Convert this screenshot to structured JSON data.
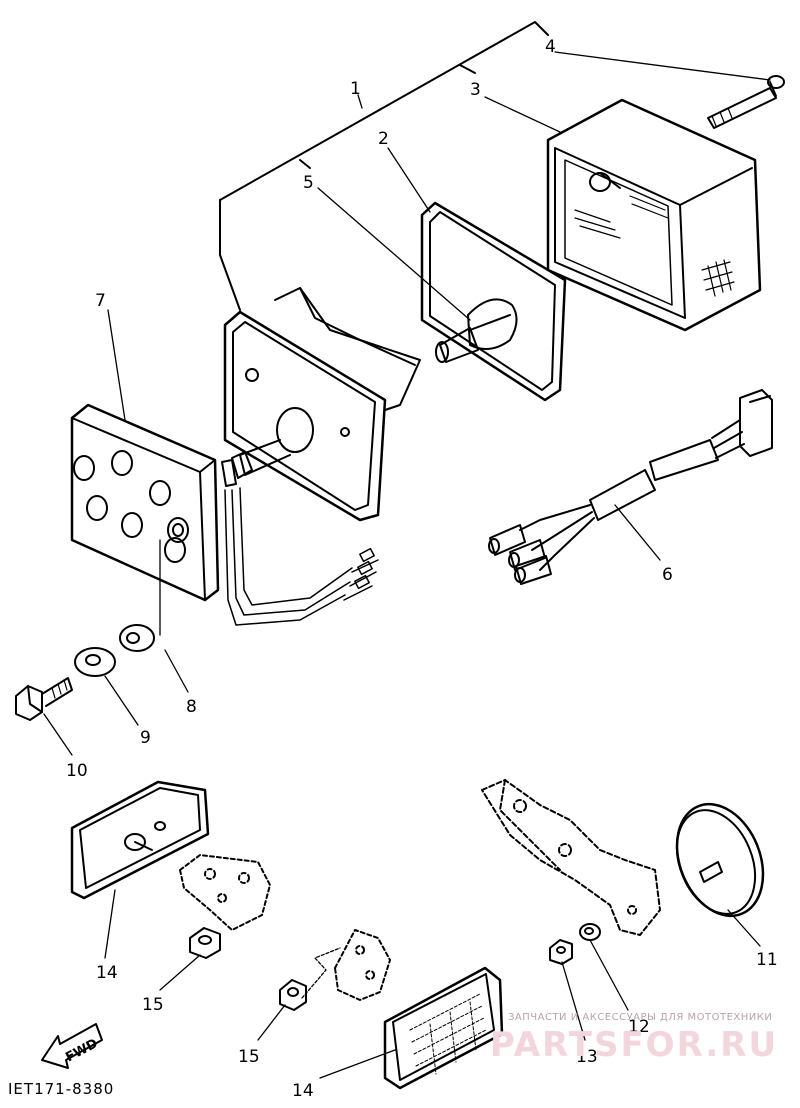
{
  "diagram": {
    "code": "IET171-8380",
    "fwd_label": "FWD",
    "watermark_top": "ЗАПЧАСТИ И АКСЕССУАРЫ ДЛЯ МОТОТЕХНИКИ",
    "watermark_brand": "PARTSFOR.RU",
    "callouts": [
      {
        "id": "1",
        "label": "1"
      },
      {
        "id": "2",
        "label": "2"
      },
      {
        "id": "3",
        "label": "3"
      },
      {
        "id": "4",
        "label": "4"
      },
      {
        "id": "5",
        "label": "5"
      },
      {
        "id": "6",
        "label": "6"
      },
      {
        "id": "7",
        "label": "7"
      },
      {
        "id": "8",
        "label": "8"
      },
      {
        "id": "9",
        "label": "9"
      },
      {
        "id": "10",
        "label": "10"
      },
      {
        "id": "11",
        "label": "11"
      },
      {
        "id": "12",
        "label": "12"
      },
      {
        "id": "13",
        "label": "13"
      },
      {
        "id": "14a",
        "label": "14"
      },
      {
        "id": "14b",
        "label": "14"
      },
      {
        "id": "15a",
        "label": "15"
      },
      {
        "id": "15b",
        "label": "15"
      }
    ]
  }
}
